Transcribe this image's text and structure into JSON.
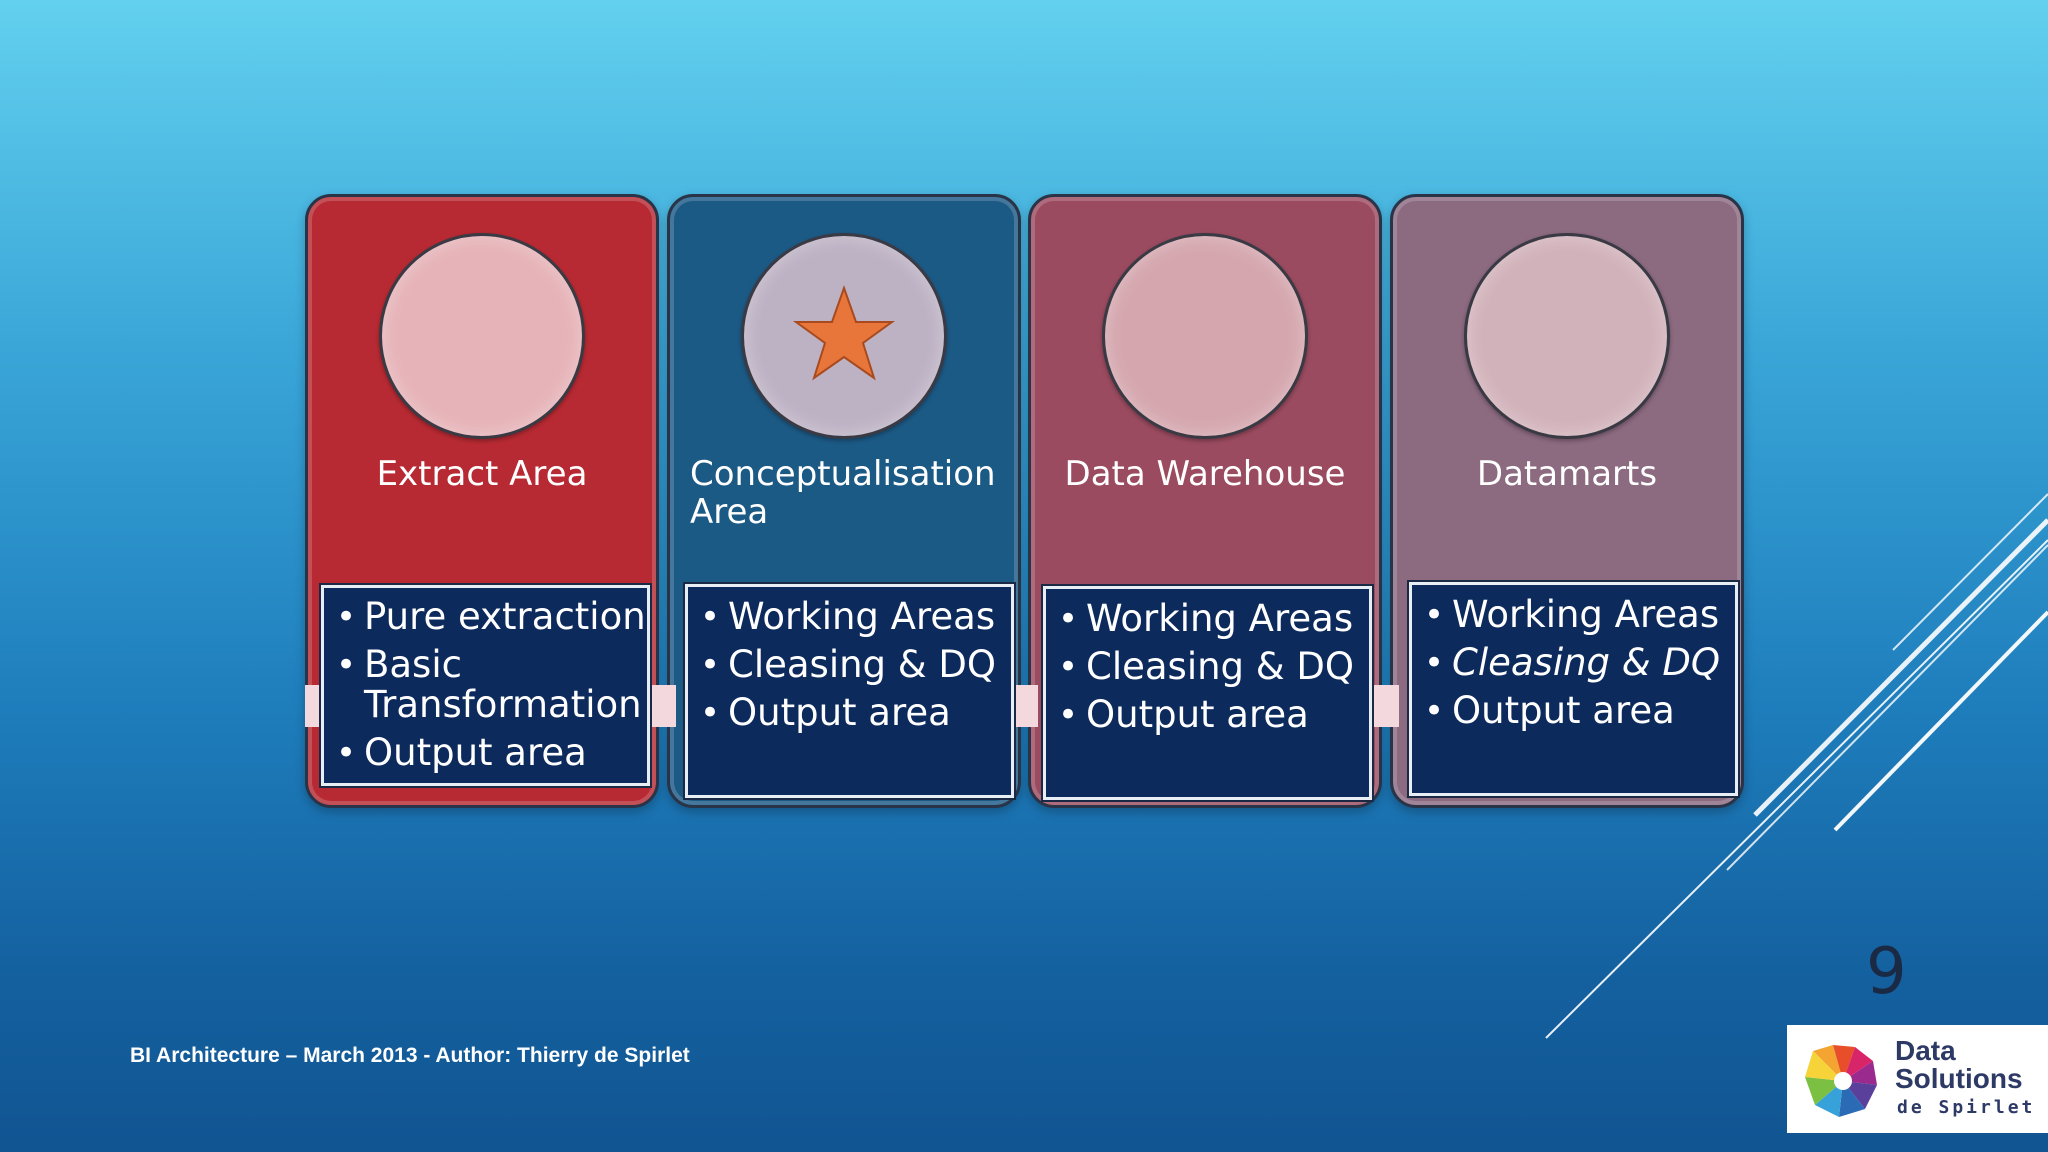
{
  "colors": {
    "card1": "#b82a33",
    "card2": "#1c5a86",
    "card3": "#9b4b60",
    "card4": "#8c6a80",
    "list_box": "#0c2a5c",
    "star": "#e8763a"
  },
  "cards": [
    {
      "title": "Extract Area",
      "items": [
        "Pure extraction",
        "Basic Transformation",
        "Output area"
      ]
    },
    {
      "title": "Conceptualisation Area",
      "icon": "star-icon",
      "items": [
        "Working Areas",
        "Cleasing & DQ",
        "Output area"
      ]
    },
    {
      "title": "Data Warehouse",
      "items": [
        "Working Areas",
        "Cleasing & DQ",
        "Output area"
      ]
    },
    {
      "title": "Datamarts",
      "items": [
        "Working Areas",
        "Cleasing & DQ",
        "Output area"
      ]
    }
  ],
  "footer": "BI Architecture – March 2013 - Author: Thierry de Spirlet",
  "page_number": "9",
  "logo": {
    "line1": "Data",
    "line2": "Solutions",
    "line3": "de Spirlet"
  }
}
